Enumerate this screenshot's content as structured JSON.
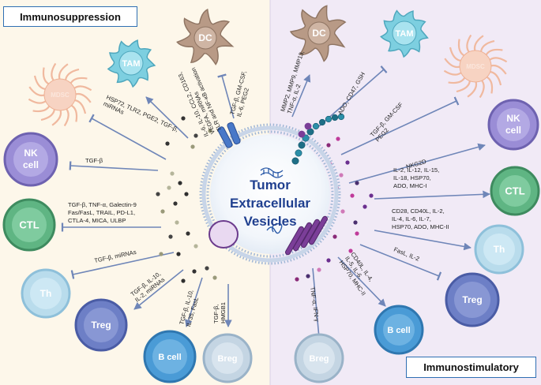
{
  "panels": {
    "left": "Immunosuppression",
    "right": "Immunostimulatory"
  },
  "title": {
    "line1": "Tumor",
    "line2": "Extracellular",
    "line3": "Vesicles"
  },
  "cells": {
    "dc_left": "DC",
    "tam_left": "TAM",
    "mdsc_left": "MDSC",
    "nk_left_1": "NK",
    "nk_left_2": "cell",
    "ctl_left": "CTL",
    "th_left": "Th",
    "treg_left": "Treg",
    "bcell_left": "B cell",
    "breg_left": "Breg",
    "dc_right": "DC",
    "tam_right": "TAM",
    "mdsc_right": "MDSC",
    "nk_right_1": "NK",
    "nk_right_2": "cell",
    "ctl_right": "CTL",
    "th_right": "Th",
    "treg_right": "Treg",
    "bcell_right": "B cell",
    "breg_right": "Breg"
  },
  "annotations": {
    "dc_left": [
      "TGF-β, GM-CSF,",
      "IL-6, PEG2"
    ],
    "tam_left": [
      "IL-6, IL-10, CCL2, CD163,",
      "VEGFA, miRNAs",
      "TLR and NF-κB activation"
    ],
    "mdsc_left": [
      "HSP72, TLR2, PGE2, TGF-β,",
      "miRNAs"
    ],
    "nk_left": [
      "TGF-β"
    ],
    "ctl_left": [
      "TGF-β, TNF-α, Galectin-9",
      "Fas/FasL, TRAIL, PD-L1,",
      "CTLA-4, MICA, ULBP"
    ],
    "th_left": [
      "TGF-β, miRNAs"
    ],
    "treg_left": [
      "TGF-β, IL-10,",
      "IL-2, miRNAs"
    ],
    "bcell_left": [
      "TGF-β, IL-10,",
      "IL-35, FasL"
    ],
    "breg_left": [
      "TGF-β,",
      "HMGB1"
    ],
    "dc_right": [
      "MMP2, MMP9, MMP13,",
      "TNF-α, IL-2"
    ],
    "tam_right": [
      "ADO, CD47, GSH"
    ],
    "mdsc_right": [
      "TGF-β, GM-CSF",
      "PEG2"
    ],
    "nk_right": [
      "NKG2D"
    ],
    "ctl_right": [
      "IL-2,  IL-12,  IL-15,",
      "IL-18,  HSP70,",
      "ADO,  MHC-I"
    ],
    "th_right": [
      "CD28,  CD40L,  IL-2,",
      "IL-4,  IL-6,  IL-7,",
      "HSP70,  ADO,  MHC-II"
    ],
    "treg_right": [
      "FasL,  IL-2"
    ],
    "bcell_right": [
      "CD40L,  IL-4,",
      "IL-5,  IL-6,",
      "HSP70,  MHC-II"
    ],
    "breg_right": [
      "TNF-α,   IFN-γ"
    ]
  },
  "colors": {
    "bg_left": "#fdf7ea",
    "bg_right": "#f1eaf6",
    "dc": "#b89a86",
    "tam": "#7dcfe0",
    "mdsc": "#f4c5b0",
    "nk": "#9a8dd6",
    "ctl": "#5fb583",
    "th": "#b9dcec",
    "treg": "#6d7fc6",
    "bcell": "#4a9bd6",
    "breg": "#c4d5e3",
    "arrow": "#6f86b8",
    "title": "#1f3f8f"
  }
}
